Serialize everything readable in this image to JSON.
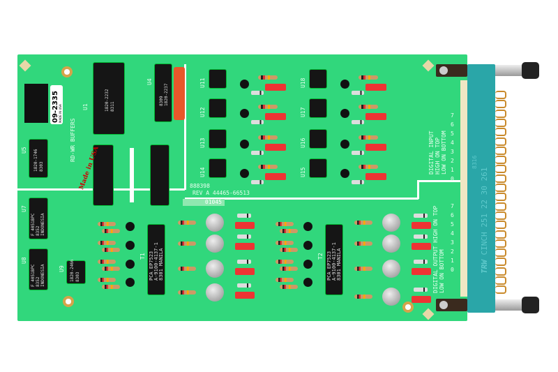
{
  "board": {
    "part_number": "09-2335",
    "made_in": "MADE IN USA",
    "section_label": "RD-WR BUFFERS",
    "handwritten": "Made in USA",
    "board_id": "888398",
    "revision": "REV A 44465-66513",
    "serial": "01045",
    "input_label": [
      "DIGITAL INPUT",
      "HIGH ON TOP",
      "LOW ON BOTTOM"
    ],
    "output_label": [
      "DIGITAL OUTPUT HIGH ON TOP",
      "LOW ON BOTTOM"
    ],
    "pin_numbers": [
      "0",
      "1",
      "2",
      "3",
      "4",
      "5",
      "6",
      "7"
    ]
  },
  "chips": {
    "u1": {
      "ref": "U1",
      "lines": [
        "1820-2232",
        "8311"
      ]
    },
    "u4": {
      "ref": "U4",
      "lines": [
        "1820-2237",
        "8309"
      ]
    },
    "u5": {
      "ref": "U5",
      "lines": [
        "1820-1746",
        "8303"
      ]
    },
    "u7": {
      "ref": "U7",
      "lines": [
        "F 4051BPC",
        "8352",
        "INDONESIA"
      ]
    },
    "u8": {
      "ref": "U8",
      "lines": [
        "F 4051BPC",
        "8352",
        "INDONESIA"
      ]
    },
    "u9": {
      "ref": "U9",
      "lines": [
        "1820-2466",
        "8303"
      ]
    },
    "t1": {
      "ref": "T1",
      "lines": [
        "PCA EP7523",
        "A-9100-4137-1",
        "8301 MANILA"
      ]
    },
    "t2": {
      "ref": "T2",
      "lines": [
        "PCA EP7523",
        "A-9100-4137-1",
        "8301 MANILA"
      ]
    },
    "opto_refs": [
      "U11",
      "U12",
      "U13",
      "U14",
      "U18",
      "U17",
      "U16",
      "U15"
    ]
  },
  "connector": {
    "brand": "TRW",
    "text": "CINCH 251 22 30 261",
    "code": "8316"
  },
  "colors": {
    "board": "#31d77c",
    "connector": "#2aa6a8",
    "gold": "#c98a2b"
  }
}
